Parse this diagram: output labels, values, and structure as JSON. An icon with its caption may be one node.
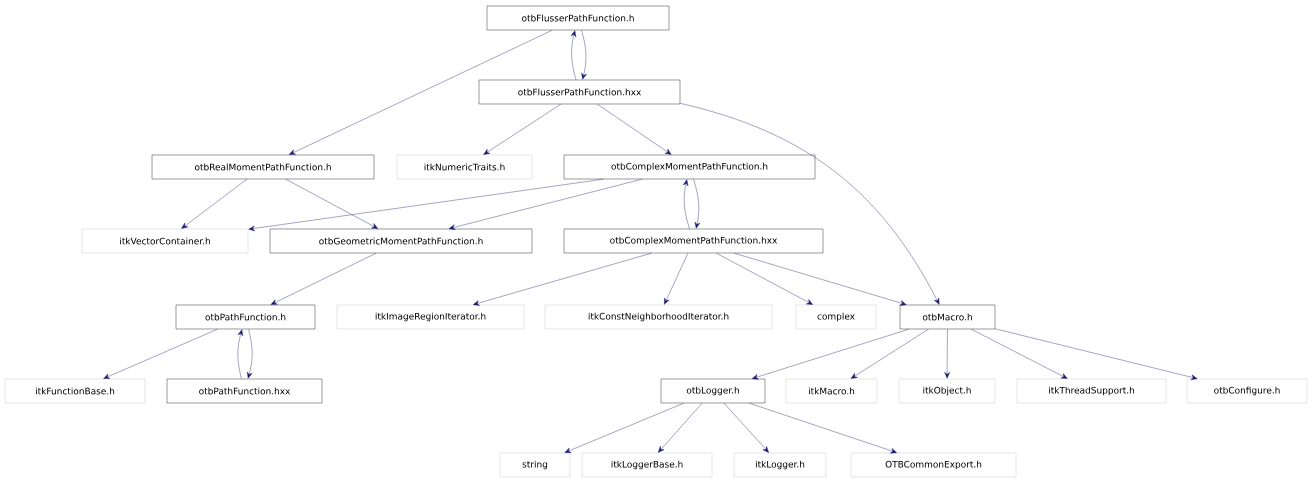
{
  "diagram": {
    "nodes": [
      {
        "text": [
          "otbFlusserPathFunction.h"
        ]
      },
      {
        "text": [
          "otbFlusserPathFunction.hxx"
        ]
      },
      {
        "text": [
          "otbRealMomentPathFunction.h"
        ]
      },
      {
        "text": [
          "itkNumericTraits.h"
        ]
      },
      {
        "text": [
          "otbComplexMomentPathFunction.h"
        ]
      },
      {
        "text": [
          "itkVectorContainer.h"
        ]
      },
      {
        "text": [
          "otbGeometricMomentPathFunction.h"
        ]
      },
      {
        "text": [
          "otbComplexMomentPathFunction.hxx"
        ]
      },
      {
        "text": [
          "otbPathFunction.h"
        ]
      },
      {
        "text": [
          "itkImageRegionIterator.h"
        ]
      },
      {
        "text": [
          "itkConstNeighborhoodIterator.h"
        ]
      },
      {
        "text": [
          "complex"
        ]
      },
      {
        "text": [
          "otbMacro.h"
        ]
      },
      {
        "text": [
          "itkFunctionBase.h"
        ]
      },
      {
        "text": [
          "otbPathFunction.hxx"
        ]
      },
      {
        "text": [
          "otbLogger.h"
        ]
      },
      {
        "text": [
          "itkMacro.h"
        ]
      },
      {
        "text": [
          "itkObject.h"
        ]
      },
      {
        "text": [
          "itkThreadSupport.h"
        ]
      },
      {
        "text": [
          "otbConfigure.h"
        ]
      },
      {
        "text": [
          "string"
        ]
      },
      {
        "text": [
          "itkLoggerBase.h"
        ]
      },
      {
        "text": [
          "itkLogger.h"
        ]
      },
      {
        "text": [
          "OTBCommonExport.h"
        ]
      }
    ],
    "edges": [
      {
        "from": 0,
        "to": 2,
        "arrow": "to"
      },
      {
        "from": 0,
        "to": 1,
        "arrow": "to"
      },
      {
        "from": 1,
        "to": 0,
        "arrow": "to"
      },
      {
        "from": 1,
        "to": 3,
        "arrow": "to"
      },
      {
        "from": 1,
        "to": 4,
        "arrow": "to"
      },
      {
        "from": 1,
        "to": 12,
        "arrow": "to"
      },
      {
        "from": 2,
        "to": 5,
        "arrow": "to"
      },
      {
        "from": 2,
        "to": 6,
        "arrow": "to"
      },
      {
        "from": 4,
        "to": 5,
        "arrow": "to"
      },
      {
        "from": 4,
        "to": 6,
        "arrow": "to"
      },
      {
        "from": 4,
        "to": 7,
        "arrow": "to"
      },
      {
        "from": 7,
        "to": 4,
        "arrow": "to"
      },
      {
        "from": 6,
        "to": 8,
        "arrow": "to"
      },
      {
        "from": 7,
        "to": 9,
        "arrow": "to"
      },
      {
        "from": 7,
        "to": 10,
        "arrow": "to"
      },
      {
        "from": 7,
        "to": 11,
        "arrow": "to"
      },
      {
        "from": 7,
        "to": 12,
        "arrow": "to"
      },
      {
        "from": 8,
        "to": 13,
        "arrow": "to"
      },
      {
        "from": 8,
        "to": 14,
        "arrow": "to"
      },
      {
        "from": 14,
        "to": 8,
        "arrow": "to"
      },
      {
        "from": 12,
        "to": 15,
        "arrow": "to"
      },
      {
        "from": 12,
        "to": 16,
        "arrow": "to"
      },
      {
        "from": 12,
        "to": 17,
        "arrow": "to"
      },
      {
        "from": 12,
        "to": 18,
        "arrow": "to"
      },
      {
        "from": 12,
        "to": 19,
        "arrow": "to"
      },
      {
        "from": 15,
        "to": 20,
        "arrow": "to"
      },
      {
        "from": 15,
        "to": 21,
        "arrow": "to"
      },
      {
        "from": 15,
        "to": 22,
        "arrow": "to"
      },
      {
        "from": 15,
        "to": 23,
        "arrow": "to"
      }
    ]
  }
}
